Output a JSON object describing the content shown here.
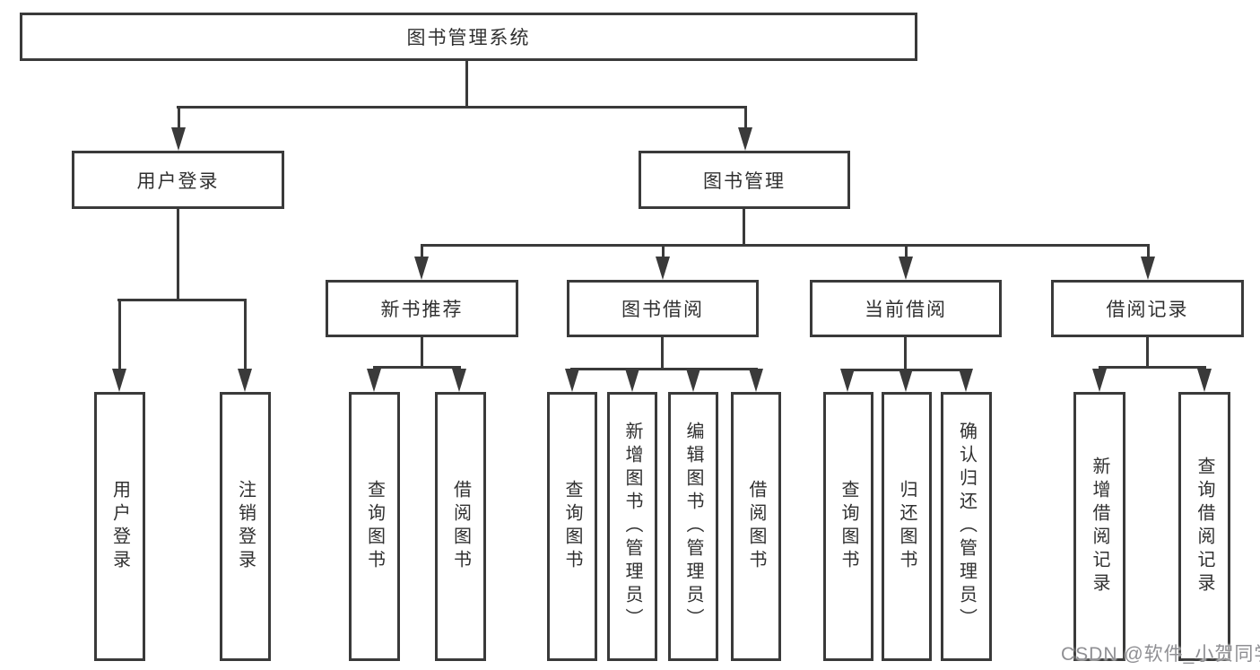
{
  "colors": {
    "line": "#3a3a3a",
    "text": "#303030",
    "background": "#ffffff",
    "watermark_gray": "#8f8f93"
  },
  "tree": {
    "root": {
      "label": "图书管理系统"
    },
    "branches": [
      {
        "label": "用户登录",
        "children": [
          {
            "label": "用户登录"
          },
          {
            "label": "注销登录"
          }
        ]
      },
      {
        "label": "图书管理",
        "children": [
          {
            "label": "新书推荐",
            "children": [
              {
                "label": "查询图书"
              },
              {
                "label": "借阅图书"
              }
            ]
          },
          {
            "label": "图书借阅",
            "children": [
              {
                "label": "查询图书"
              },
              {
                "label": "新增图书（管理员）"
              },
              {
                "label": "编辑图书（管理员）"
              },
              {
                "label": "借阅图书"
              }
            ]
          },
          {
            "label": "当前借阅",
            "children": [
              {
                "label": "查询图书"
              },
              {
                "label": "归还图书"
              },
              {
                "label": "确认归还（管理员）"
              }
            ]
          },
          {
            "label": "借阅记录",
            "children": [
              {
                "label": "新增借阅记录"
              },
              {
                "label": "查询借阅记录"
              }
            ]
          }
        ]
      }
    ]
  },
  "watermark": {
    "text": "CSDN @软件_小贺同学"
  }
}
